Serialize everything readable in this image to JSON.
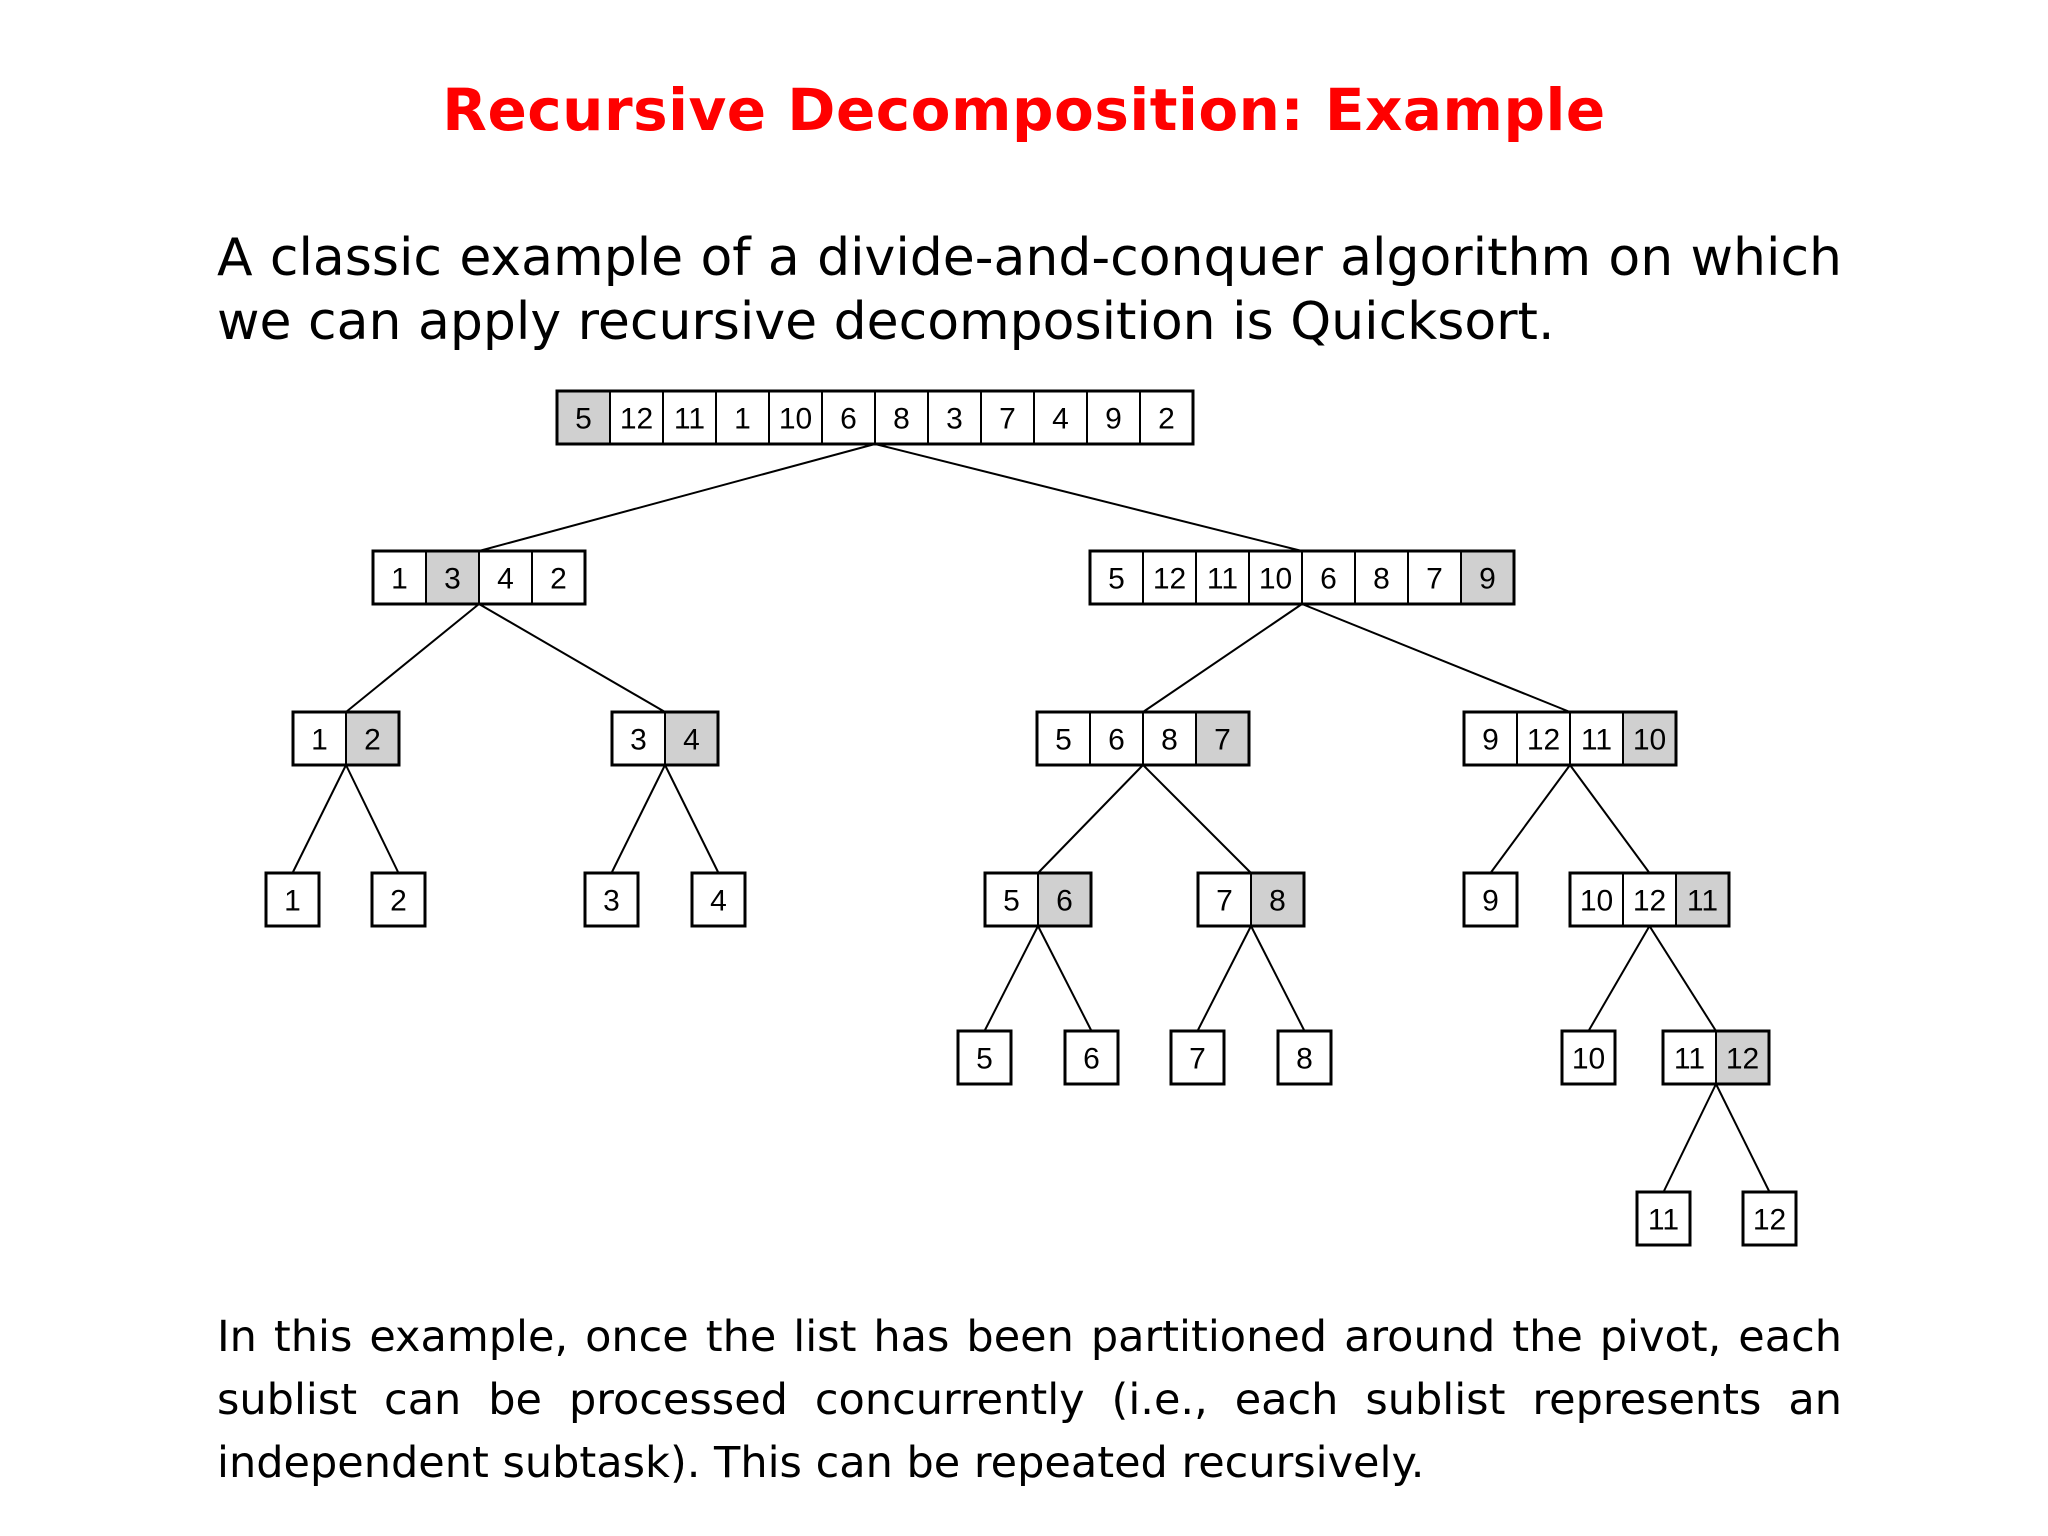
{
  "slide": {
    "title": "Recursive Decomposition: Example",
    "intro": "A classic example of a divide-and-conquer algorithm on which we can apply recursive decomposition is Quicksort.",
    "outro": "In this example, once the list has been partitioned around the pivot, each sublist can be processed concurrently (i.e., each sublist represents an independent subtask). This can be repeated recursively."
  },
  "tree": {
    "nodes": [
      {
        "id": "root",
        "values": [
          "5",
          "12",
          "11",
          "1",
          "10",
          "6",
          "8",
          "3",
          "7",
          "4",
          "9",
          "2"
        ],
        "pivot": 0
      },
      {
        "id": "L",
        "parent": "root",
        "values": [
          "1",
          "3",
          "4",
          "2"
        ],
        "pivot": 1
      },
      {
        "id": "R",
        "parent": "root",
        "values": [
          "5",
          "12",
          "11",
          "10",
          "6",
          "8",
          "7",
          "9"
        ],
        "pivot": 7
      },
      {
        "id": "LL",
        "parent": "L",
        "values": [
          "1",
          "2"
        ],
        "pivot": 1
      },
      {
        "id": "LR",
        "parent": "L",
        "values": [
          "3",
          "4"
        ],
        "pivot": 1
      },
      {
        "id": "RL",
        "parent": "R",
        "values": [
          "5",
          "6",
          "8",
          "7"
        ],
        "pivot": 3
      },
      {
        "id": "RR",
        "parent": "R",
        "values": [
          "9",
          "12",
          "11",
          "10"
        ],
        "pivot": 3
      },
      {
        "id": "LL1",
        "parent": "LL",
        "values": [
          "1"
        ],
        "pivot": -1
      },
      {
        "id": "LL2",
        "parent": "LL",
        "values": [
          "2"
        ],
        "pivot": -1
      },
      {
        "id": "LR1",
        "parent": "LR",
        "values": [
          "3"
        ],
        "pivot": -1
      },
      {
        "id": "LR2",
        "parent": "LR",
        "values": [
          "4"
        ],
        "pivot": -1
      },
      {
        "id": "RLL",
        "parent": "RL",
        "values": [
          "5",
          "6"
        ],
        "pivot": 1
      },
      {
        "id": "RLR",
        "parent": "RL",
        "values": [
          "7",
          "8"
        ],
        "pivot": 1
      },
      {
        "id": "RRL",
        "parent": "RR",
        "values": [
          "9"
        ],
        "pivot": -1
      },
      {
        "id": "RRR",
        "parent": "RR",
        "values": [
          "10",
          "12",
          "11"
        ],
        "pivot": 2
      },
      {
        "id": "RLL1",
        "parent": "RLL",
        "values": [
          "5"
        ],
        "pivot": -1
      },
      {
        "id": "RLL2",
        "parent": "RLL",
        "values": [
          "6"
        ],
        "pivot": -1
      },
      {
        "id": "RLR1",
        "parent": "RLR",
        "values": [
          "7"
        ],
        "pivot": -1
      },
      {
        "id": "RLR2",
        "parent": "RLR",
        "values": [
          "8"
        ],
        "pivot": -1
      },
      {
        "id": "RRR1",
        "parent": "RRR",
        "values": [
          "10"
        ],
        "pivot": -1
      },
      {
        "id": "RRR2",
        "parent": "RRR",
        "values": [
          "11",
          "12"
        ],
        "pivot": 1
      },
      {
        "id": "RRR21",
        "parent": "RRR2",
        "values": [
          "11"
        ],
        "pivot": -1
      },
      {
        "id": "RRR22",
        "parent": "RRR2",
        "values": [
          "12"
        ],
        "pivot": -1
      }
    ]
  }
}
